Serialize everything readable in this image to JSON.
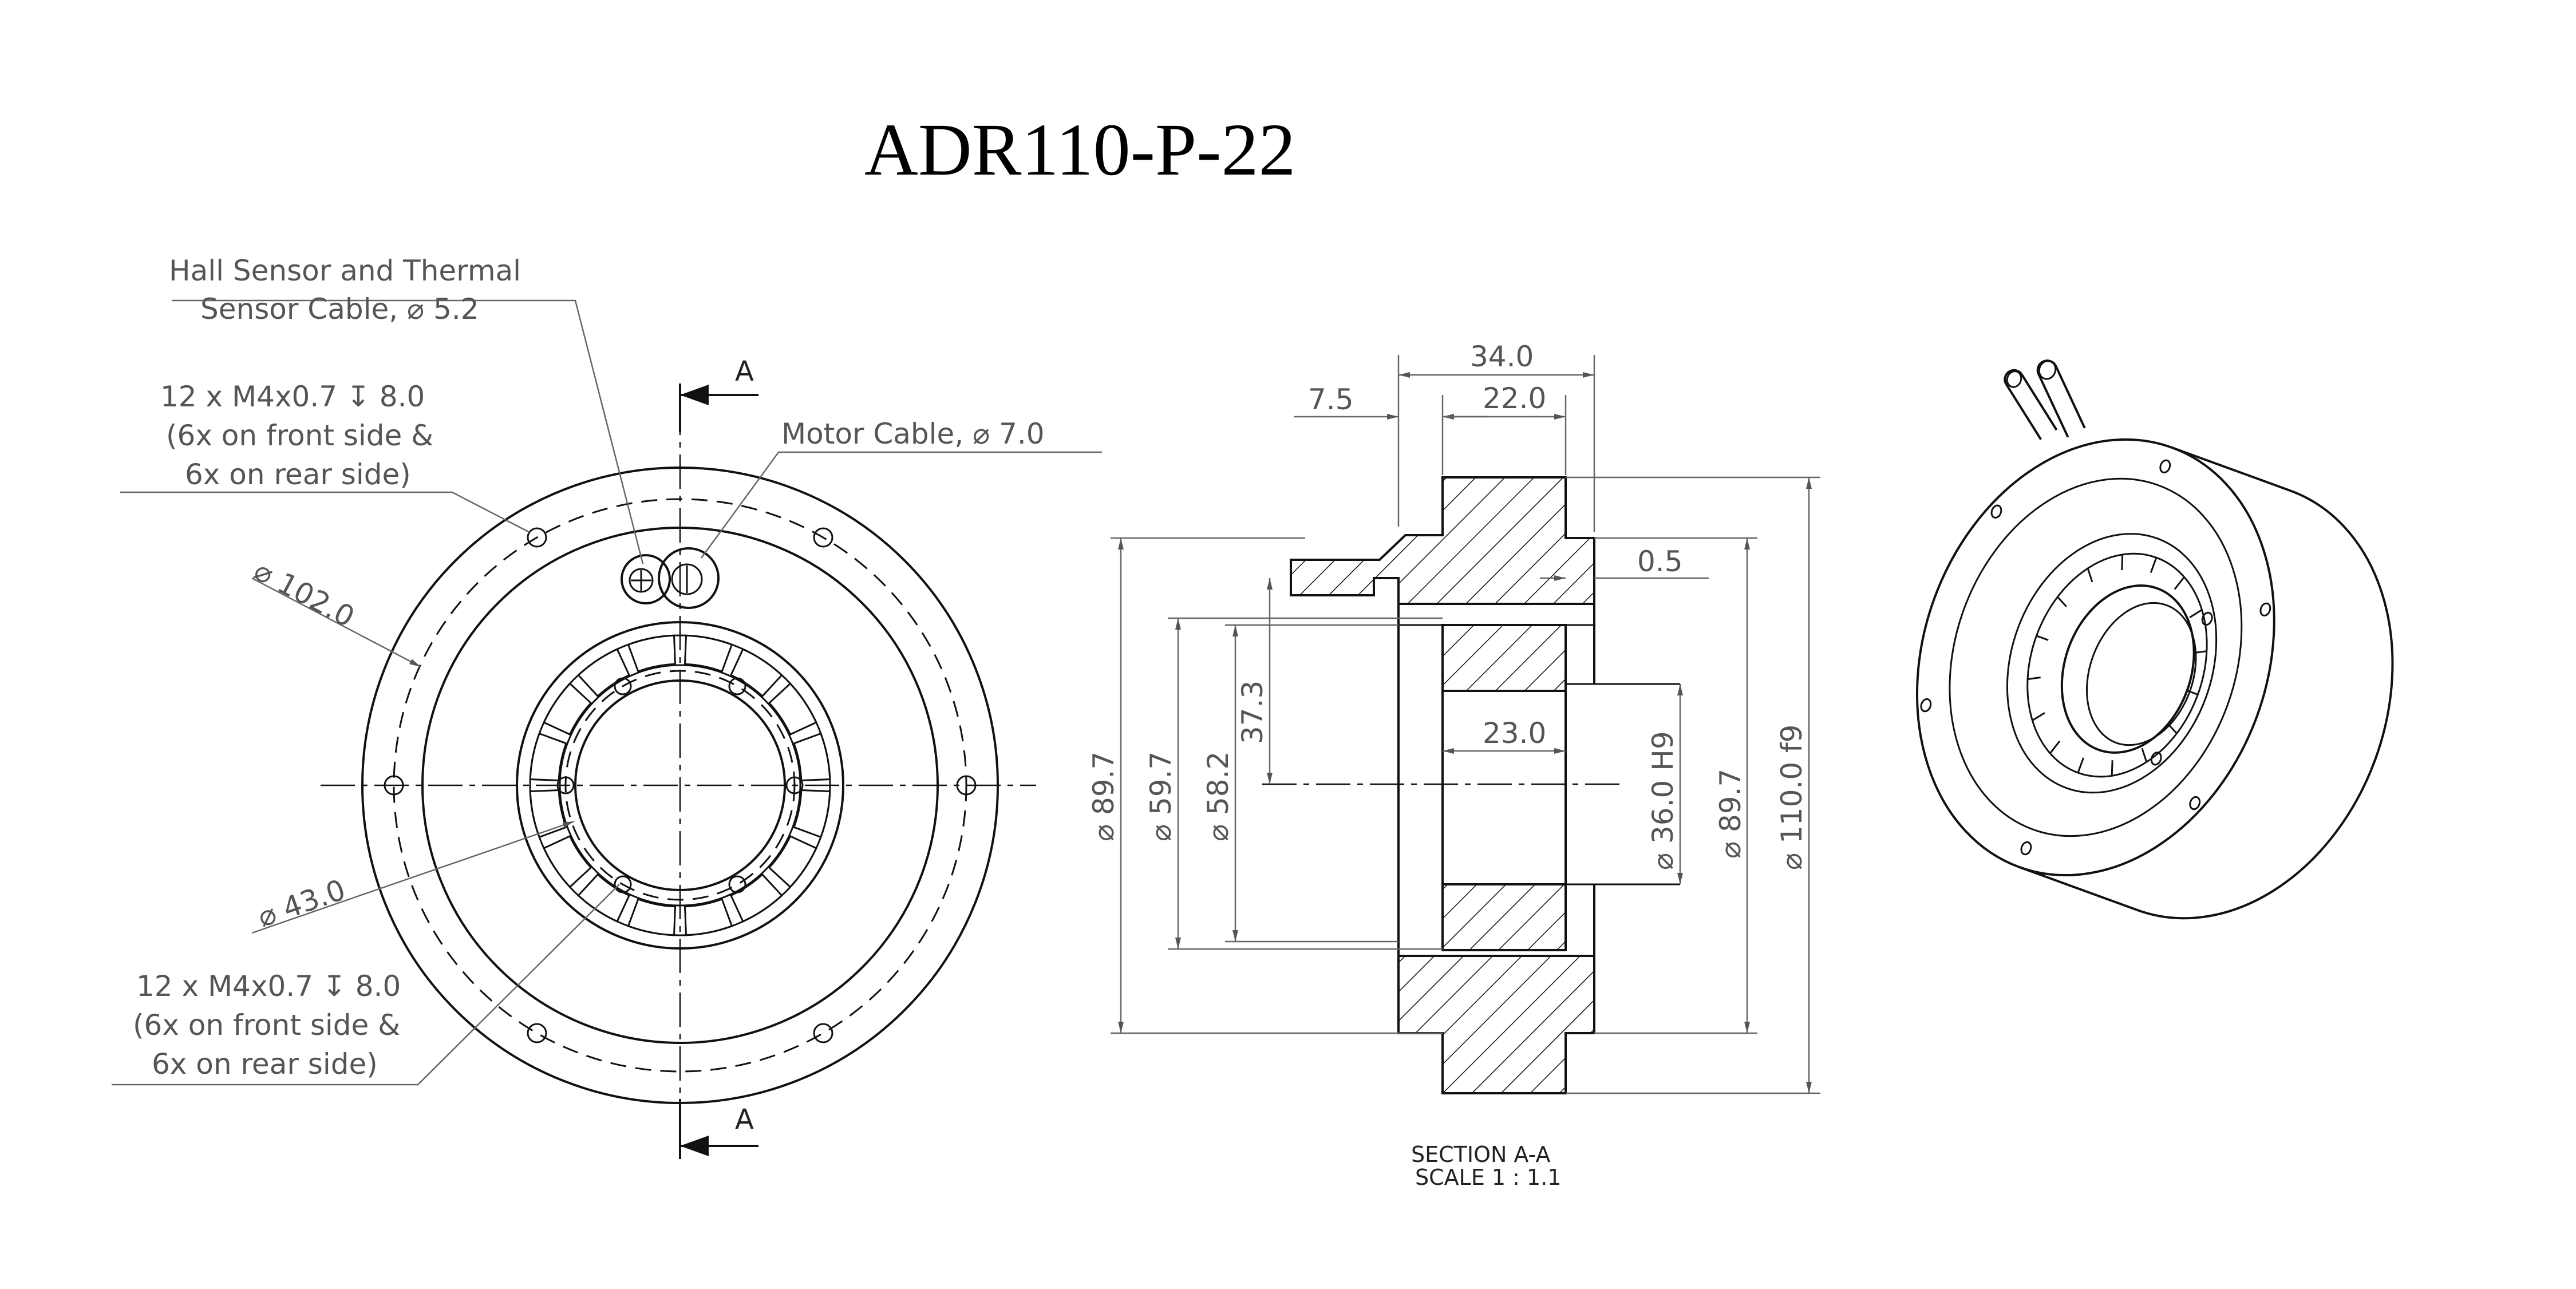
{
  "title": "ADR110-P-22",
  "front_view": {
    "callouts": {
      "hall_line1": "Hall Sensor and Thermal",
      "hall_line2": "Sensor Cable, ⌀ 5.2",
      "motor_cable": "Motor Cable, ⌀ 7.0",
      "thread_top_line1": "12 x M4x0.7  ↧  8.0",
      "thread_top_line2": "(6x on front side &",
      "thread_top_line3": "6x on rear side)",
      "thread_bottom_line1": "12 x M4x0.7 ↧  8.0",
      "thread_bottom_line2": "(6x on front side &",
      "thread_bottom_line3": "6x on rear side)"
    },
    "diameters": {
      "outer": "⌀ 102.0",
      "inner": "⌀ 43.0"
    },
    "section_markers": [
      "A",
      "A"
    ]
  },
  "section_view": {
    "dims": {
      "width_total": "34.0",
      "offset": "7.5",
      "width_inner": "22.0",
      "gap": "0.5",
      "height_37": "37.3",
      "bore_width": "23.0",
      "d_89_left": "⌀ 89.7",
      "d_59": "⌀ 59.7",
      "d_58": "⌀ 58.2",
      "d_36": "⌀ 36.0 H9",
      "d_89_right": "⌀ 89.7",
      "d_110": "⌀ 110.0 f9"
    },
    "caption_line1": "SECTION A-A",
    "caption_line2": "SCALE 1 : 1.1"
  },
  "iso_view": {}
}
